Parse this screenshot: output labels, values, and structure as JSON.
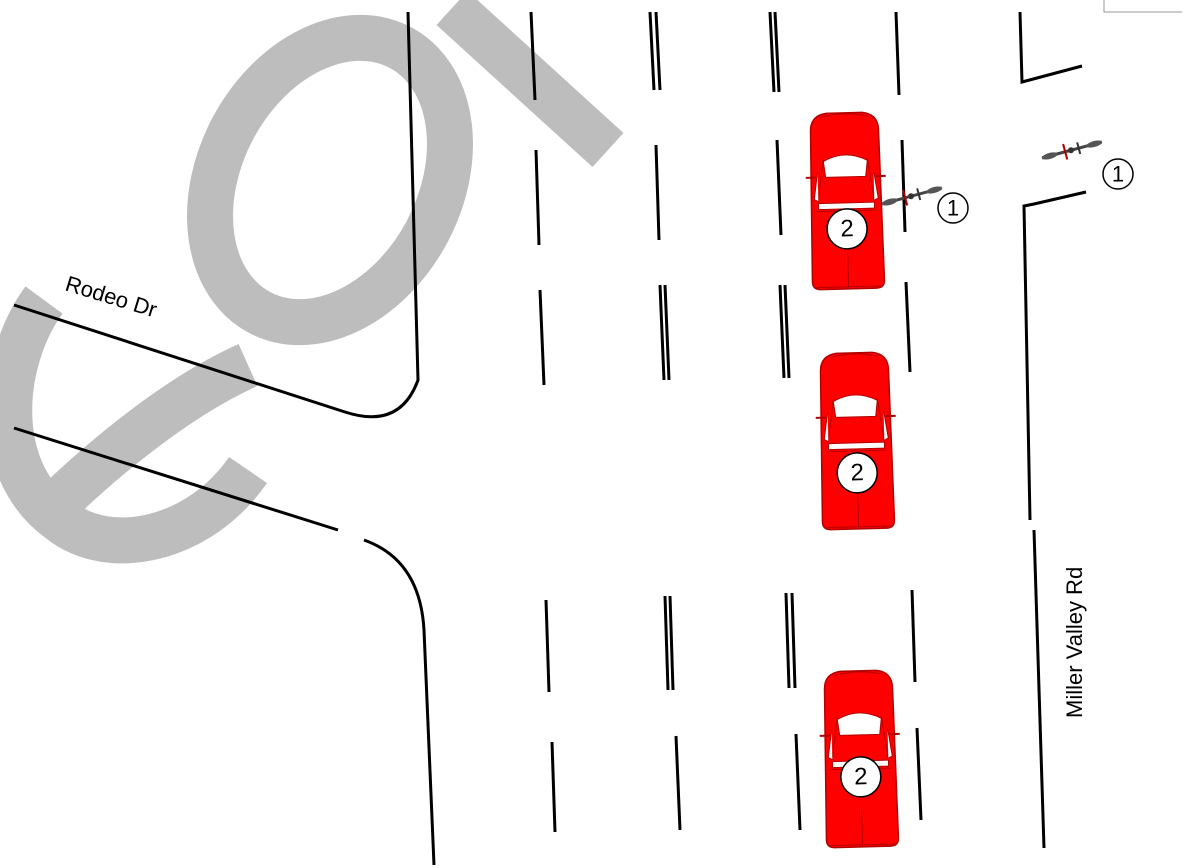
{
  "streets": {
    "rodeo": "Rodeo Dr",
    "miller_valley": "Miller Valley Rd"
  },
  "units": {
    "cyclist_label": "1",
    "vehicle_label": "2"
  },
  "colors": {
    "vehicle": "#ff0000",
    "vehicle_dark": "#b30000",
    "watermark": "#bdbdbd",
    "road_lines": "#000000"
  },
  "icons": {
    "vehicle": "pickup-truck-icon",
    "cyclist": "bicycle-icon"
  }
}
